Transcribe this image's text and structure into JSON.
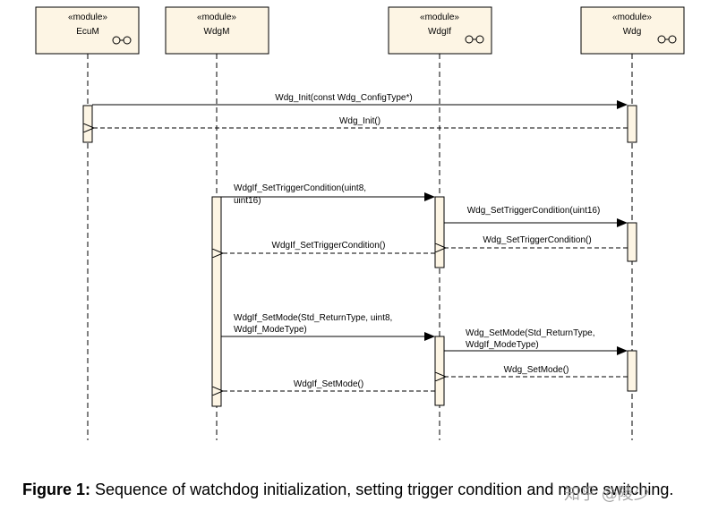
{
  "modules": [
    {
      "stereotype": "«module»",
      "name": "EcuM"
    },
    {
      "stereotype": "«module»",
      "name": "WdgM"
    },
    {
      "stereotype": "«module»",
      "name": "WdgIf"
    },
    {
      "stereotype": "«module»",
      "name": "Wdg"
    }
  ],
  "messages": [
    {
      "label": "Wdg_Init(const Wdg_ConfigType*)",
      "kind": "call"
    },
    {
      "label": "Wdg_Init()",
      "kind": "return"
    },
    {
      "label": "WdgIf_SetTriggerCondition(uint8,",
      "label2": "uint16)",
      "kind": "call"
    },
    {
      "label": "Wdg_SetTriggerCondition(uint16)",
      "kind": "call"
    },
    {
      "label": "Wdg_SetTriggerCondition()",
      "kind": "return"
    },
    {
      "label": "WdgIf_SetTriggerCondition()",
      "kind": "return"
    },
    {
      "label": "WdgIf_SetMode(Std_ReturnType, uint8,",
      "label2": "WdgIf_ModeType)",
      "kind": "call"
    },
    {
      "label": "Wdg_SetMode(Std_ReturnType,",
      "label2": "WdgIf_ModeType)",
      "kind": "call"
    },
    {
      "label": "Wdg_SetMode()",
      "kind": "return"
    },
    {
      "label": "WdgIf_SetMode()",
      "kind": "return"
    }
  ],
  "caption": {
    "prefix": "Figure 1:",
    "text": " Sequence of watchdog initialization, setting trigger condition and mode switching."
  },
  "watermark": "知乎 @陵少",
  "colors": {
    "module_fill": "#fdf5e4",
    "activation_fill": "#fdf5e4",
    "line": "#000000"
  }
}
